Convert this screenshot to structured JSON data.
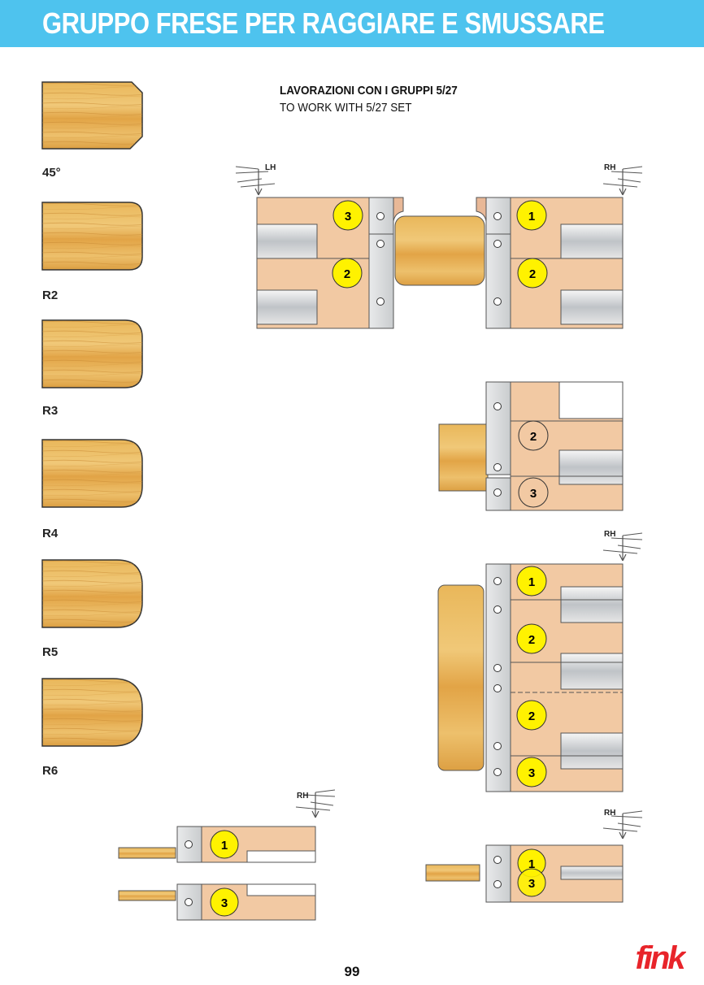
{
  "header": {
    "title": "GRUPPO FRESE PER RAGGIARE E SMUSSARE",
    "bg_color": "#4ec3ee"
  },
  "subtitle": {
    "line1": "LAVORAZIONI CON I GRUPPI  5/27",
    "line2": "TO WORK WITH  5/27 SET"
  },
  "profiles": [
    "45°",
    "R2",
    "R3",
    "R4",
    "R5",
    "R6"
  ],
  "hand_labels": {
    "left": "LH",
    "right": "RH"
  },
  "cutter_numbers": {
    "one": "1",
    "two": "2",
    "three": "3"
  },
  "page_number": "99",
  "brand": "fink",
  "colors": {
    "wood": "#e8b04e",
    "body": "#f2c9a3",
    "badge": "#fff200",
    "logo": "#e8242a"
  }
}
